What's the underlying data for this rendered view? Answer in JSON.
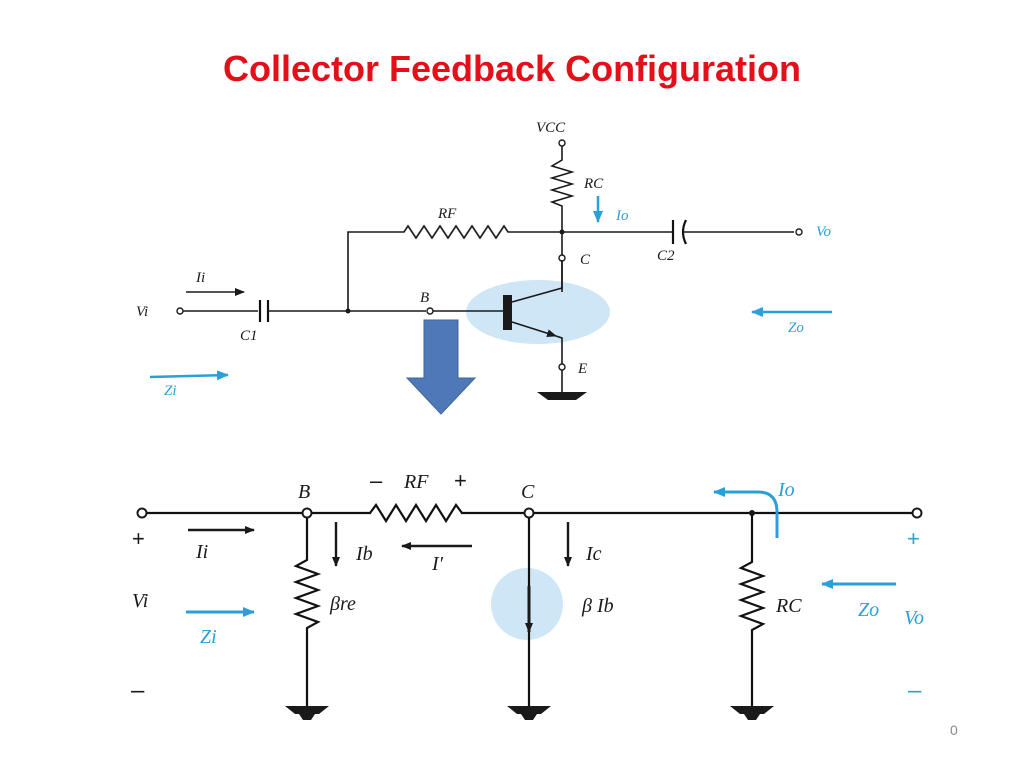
{
  "title": "Collector Feedback Configuration",
  "slide_number": "0",
  "colors": {
    "title": "#e3101a",
    "annotation": "#2a9fd8",
    "highlight": "#cfe6f7",
    "down_arrow": "#4e78b8"
  },
  "top_circuit": {
    "vcc": "VCC",
    "rc": "RC",
    "rf": "RF",
    "io": "Io",
    "c2": "C2",
    "vo": "Vo",
    "c": "C",
    "ii": "Ii",
    "b": "B",
    "vi": "Vi",
    "c1": "C1",
    "zo": "Zo",
    "e": "E",
    "zi": "Zi"
  },
  "bottom_circuit": {
    "b": "B",
    "rf_minus": "–",
    "rf": "RF",
    "rf_plus": "+",
    "c": "C",
    "io": "Io",
    "plus_left": "+",
    "ii": "Ii",
    "ib": "Ib",
    "i_prime": "I′",
    "ic": "Ic",
    "plus_right": "+",
    "vi": "Vi",
    "beta_re": "βre",
    "beta_ib": "β Ib",
    "rc": "RC",
    "zo": "Zo",
    "vo": "Vo",
    "zi": "Zi",
    "minus_left": "–",
    "minus_right": "–"
  }
}
